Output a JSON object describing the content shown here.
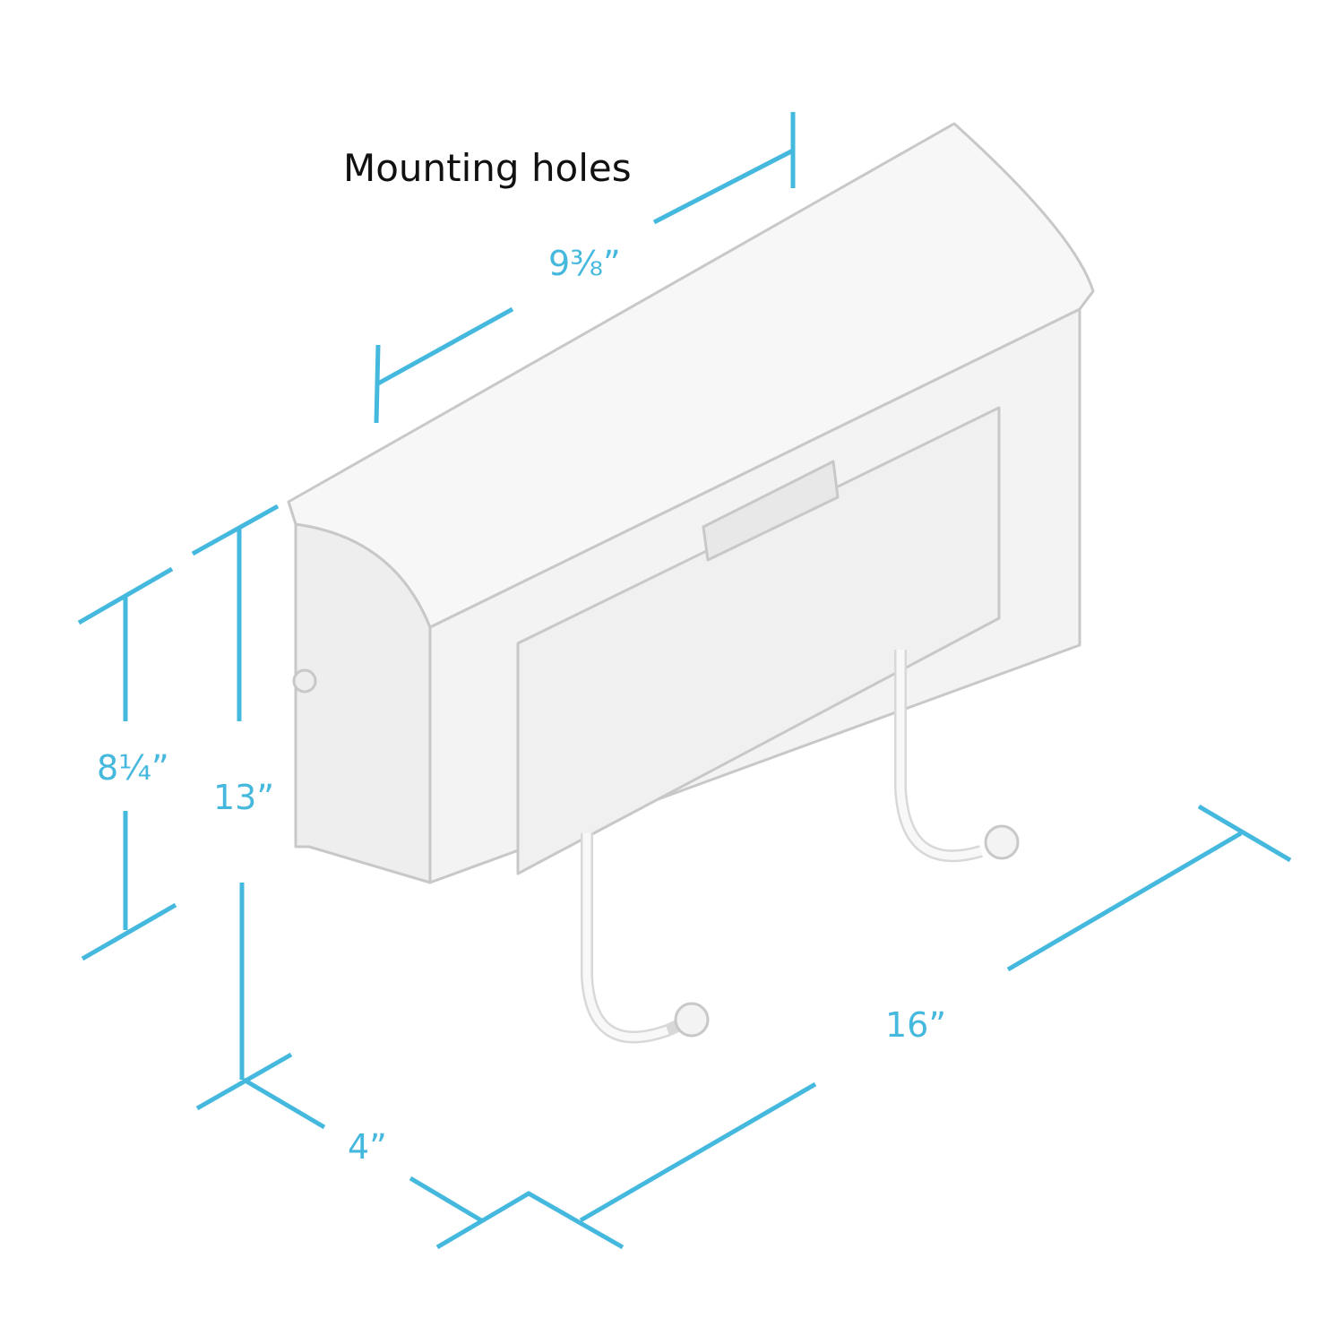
{
  "title": "Mounting holes",
  "dimensions": {
    "mounting_holes_width": "9⅜”",
    "back_height": "8¼”",
    "total_height": "13”",
    "depth": "4”",
    "width": "16”"
  },
  "colors": {
    "dimension": "#45b8de",
    "body": "#f2f2f2",
    "outline": "#c8c8c8"
  }
}
